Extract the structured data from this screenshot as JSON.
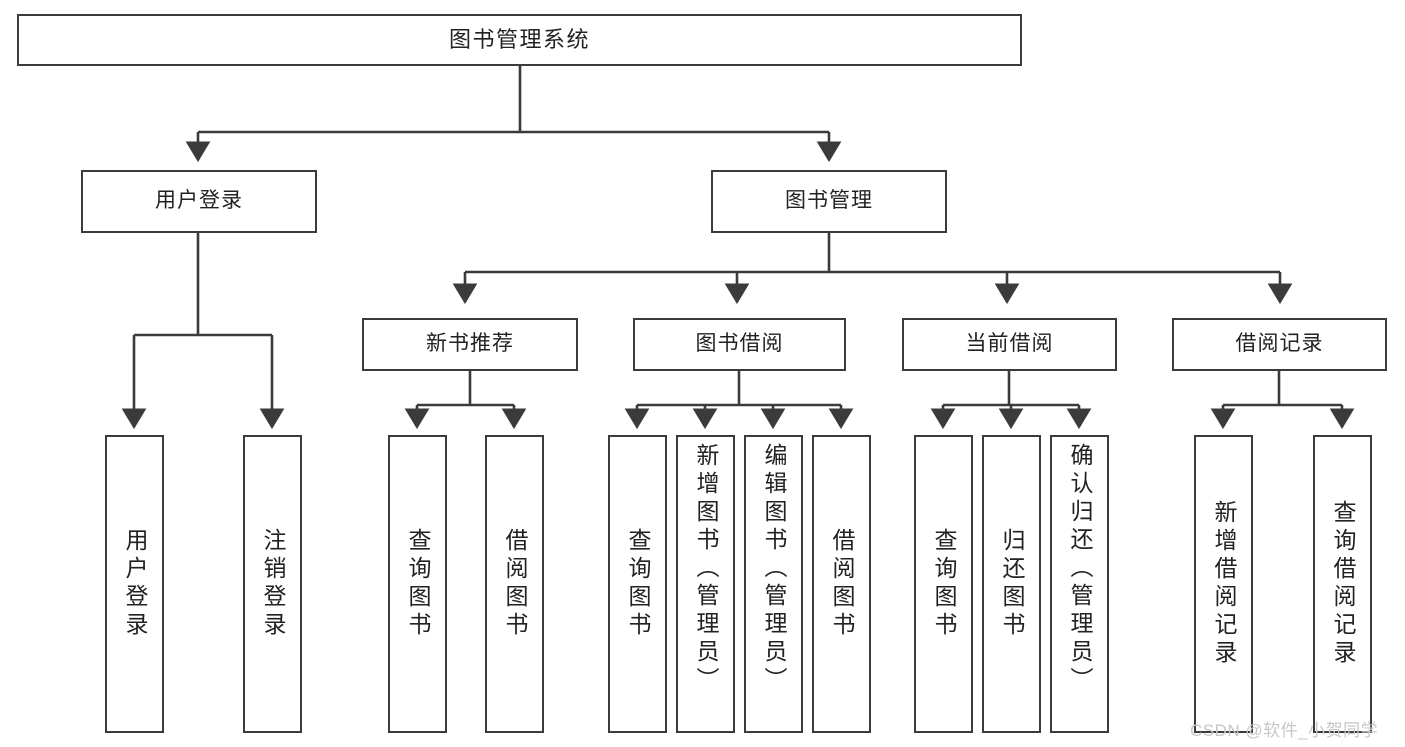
{
  "diagram": {
    "type": "tree",
    "title": "图书管理系统",
    "stroke_color": "#3b3b3b",
    "fill_color": "#ffffff",
    "text_color": "#222222",
    "nodes": {
      "root": {
        "label": "图书管理系统"
      },
      "level1": [
        {
          "id": "user-login",
          "label": "用户登录"
        },
        {
          "id": "book-manage",
          "label": "图书管理"
        }
      ],
      "level2": [
        {
          "id": "new-book-recommend",
          "label": "新书推荐"
        },
        {
          "id": "book-borrow",
          "label": "图书借阅"
        },
        {
          "id": "current-borrow",
          "label": "当前借阅"
        },
        {
          "id": "borrow-record",
          "label": "借阅记录"
        }
      ],
      "leaves": {
        "user_login": [
          {
            "id": "leaf-user-login",
            "label": "用户登录"
          },
          {
            "id": "leaf-logout-login",
            "label": "注销登录"
          }
        ],
        "new_book_recommend": [
          {
            "id": "leaf-query-book-1",
            "label": "查询图书"
          },
          {
            "id": "leaf-borrow-book-1",
            "label": "借阅图书"
          }
        ],
        "book_borrow": [
          {
            "id": "leaf-query-book-2",
            "label": "查询图书"
          },
          {
            "id": "leaf-add-book-admin",
            "label": "新增图书（管理员）"
          },
          {
            "id": "leaf-edit-book-admin",
            "label": "编辑图书（管理员）"
          },
          {
            "id": "leaf-borrow-book-2",
            "label": "借阅图书"
          }
        ],
        "current_borrow": [
          {
            "id": "leaf-query-book-3",
            "label": "查询图书"
          },
          {
            "id": "leaf-return-book",
            "label": "归还图书"
          },
          {
            "id": "leaf-confirm-return-admin",
            "label": "确认归还（管理员）"
          }
        ],
        "borrow_record": [
          {
            "id": "leaf-add-borrow-record",
            "label": "新增借阅记录"
          },
          {
            "id": "leaf-query-borrow-record",
            "label": "查询借阅记录"
          }
        ]
      }
    }
  },
  "watermark": {
    "text": "CSDN @软件_小贺同学"
  }
}
